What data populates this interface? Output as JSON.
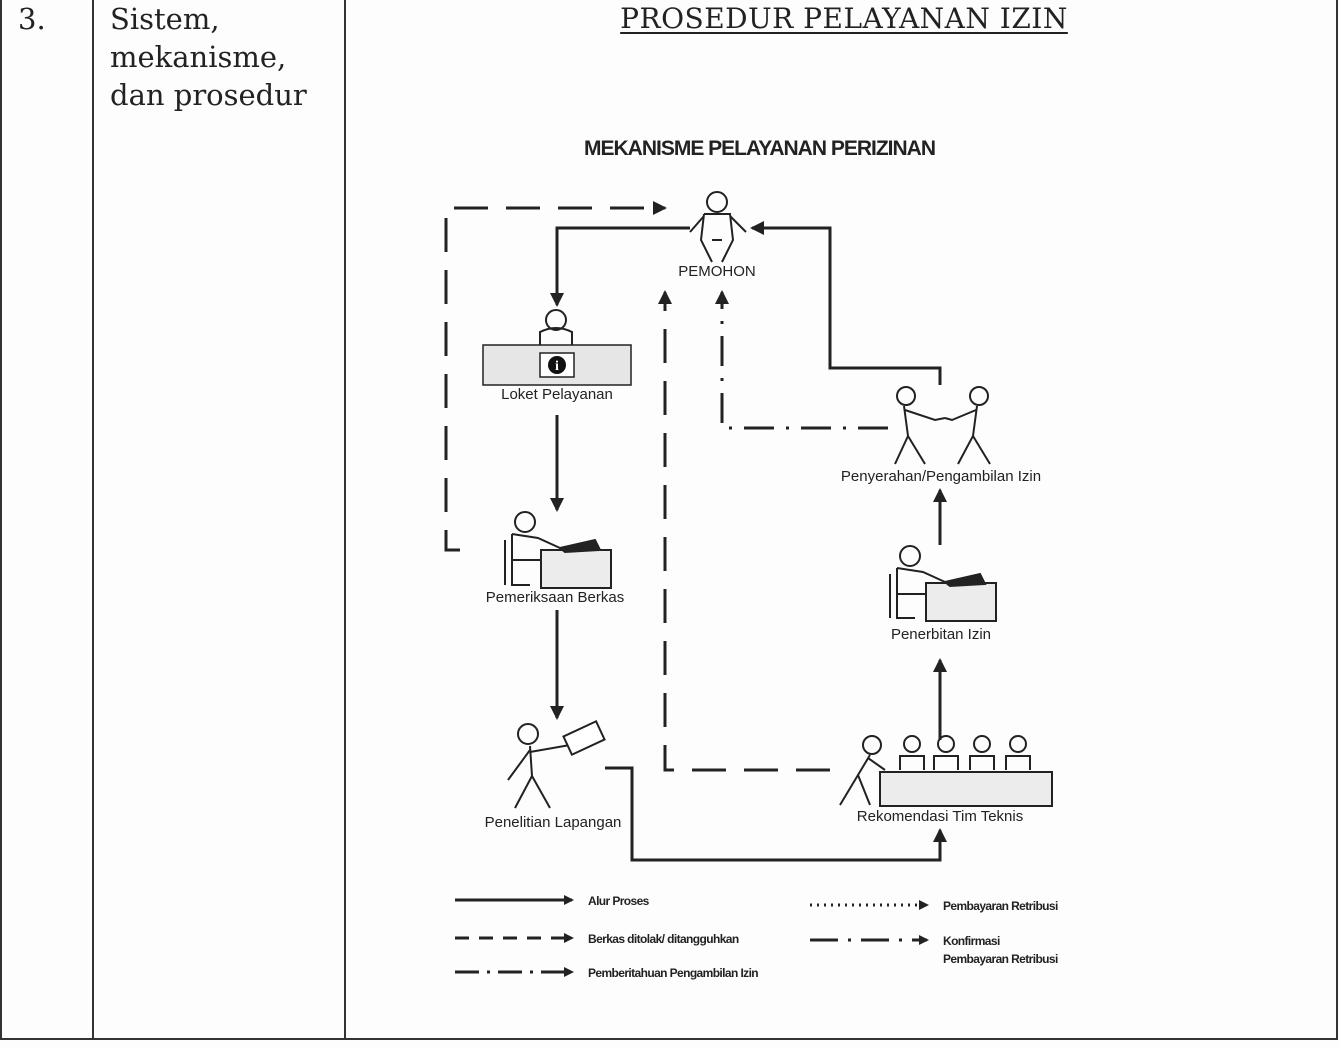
{
  "table": {
    "row_number": "3.",
    "aspect_lines": [
      "Sistem,",
      "mekanisme,",
      "dan prosedur"
    ],
    "heading": "PROSEDUR  PELAYANAN IZIN"
  },
  "diagram": {
    "title": "MEKANISME PELAYANAN PERIZINAN",
    "nodes": {
      "pemohon": "PEMOHON",
      "loket": "Loket Pelayanan",
      "pemeriksaan": "Pemeriksaan Berkas",
      "penelitian": "Penelitian Lapangan",
      "rekomendasi": "Rekomendasi Tim Teknis",
      "penerbitan": "Penerbitan Izin",
      "penyerahan": "Penyerahan/Pengambilan Izin"
    },
    "info_icon": "i",
    "legend": {
      "alur": "Alur Proses",
      "ditolak": "Berkas ditolak/ ditangguhkan",
      "pemberitahuan": "Pemberitahuan Pengambilan Izin",
      "pembayaran": "Pembayaran Retribusi",
      "konfirmasi_1": "Konfirmasi",
      "konfirmasi_2": "Pembayaran Retribusi"
    }
  }
}
